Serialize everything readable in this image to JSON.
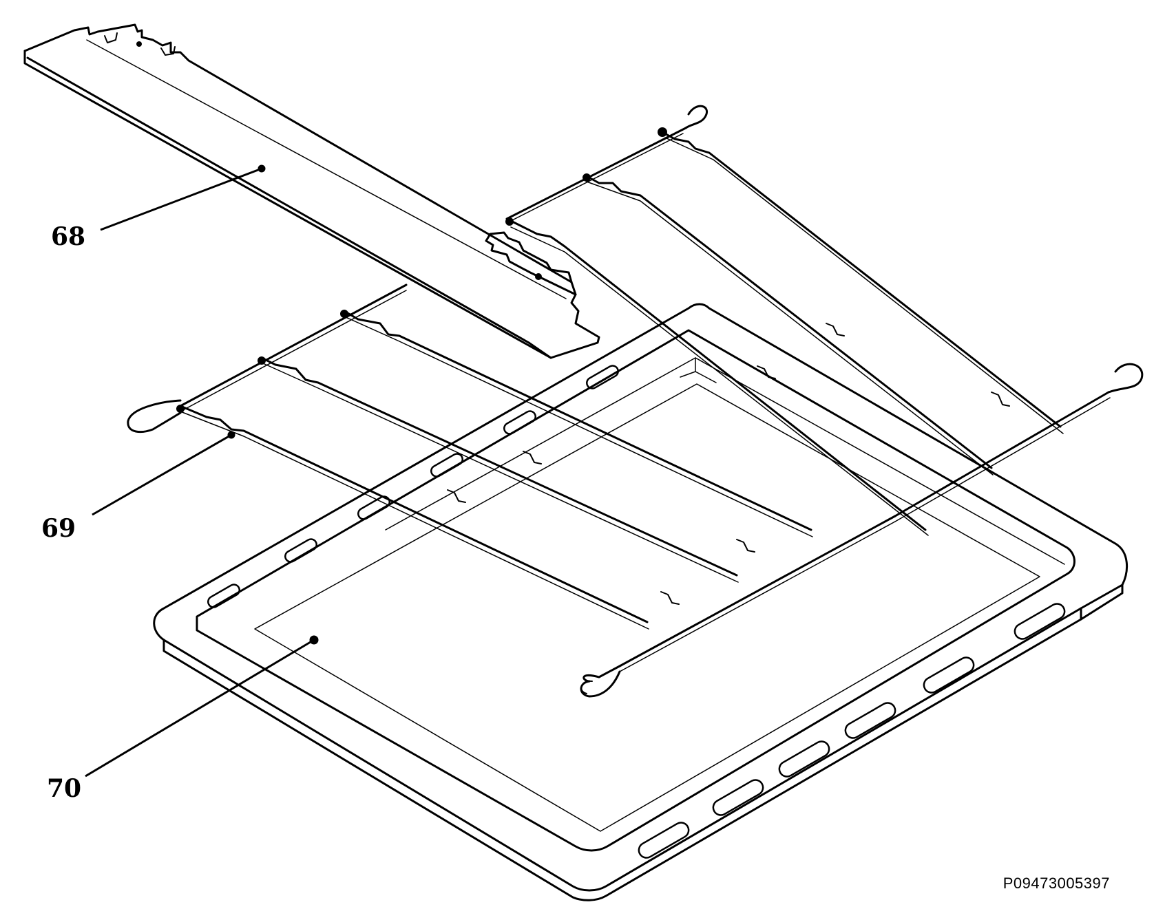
{
  "diagram": {
    "callouts": [
      {
        "id": "part-68",
        "label": "68"
      },
      {
        "id": "part-69",
        "label": "69"
      },
      {
        "id": "part-70",
        "label": "70"
      }
    ],
    "document_code": "P09473005397",
    "colors": {
      "ink": "#000000",
      "background": "#ffffff"
    }
  }
}
